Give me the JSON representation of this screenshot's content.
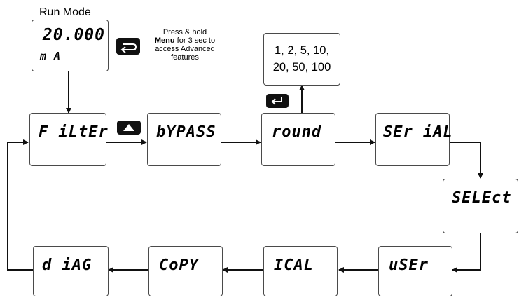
{
  "run_mode": {
    "title": "Run Mode",
    "value": "20.000",
    "unit": "m A"
  },
  "menu_note": {
    "line1": "Press & hold",
    "menu_word": "Menu",
    "line2_rest": " for 3 sec to",
    "line3": "access Advanced",
    "line4": "features"
  },
  "menu_boxes": {
    "filter": "F iLtEr",
    "bypass": "bYPASS",
    "round": "round",
    "serial": "SEr iAL",
    "select": "SELEct",
    "user": "uSEr",
    "ical": "ICAL",
    "copy": "CoPY",
    "diag": "d iAG"
  },
  "round_options": {
    "line1": "1, 2, 5, 10,",
    "line2": "20, 50, 100"
  },
  "icons": {
    "menu_key": "menu-key-icon",
    "up_key": "up-arrow-key-icon",
    "enter_key": "enter-key-icon"
  },
  "colors": {
    "line": "#111111",
    "box_border": "#4a4a4a",
    "key_fill": "#111111"
  }
}
